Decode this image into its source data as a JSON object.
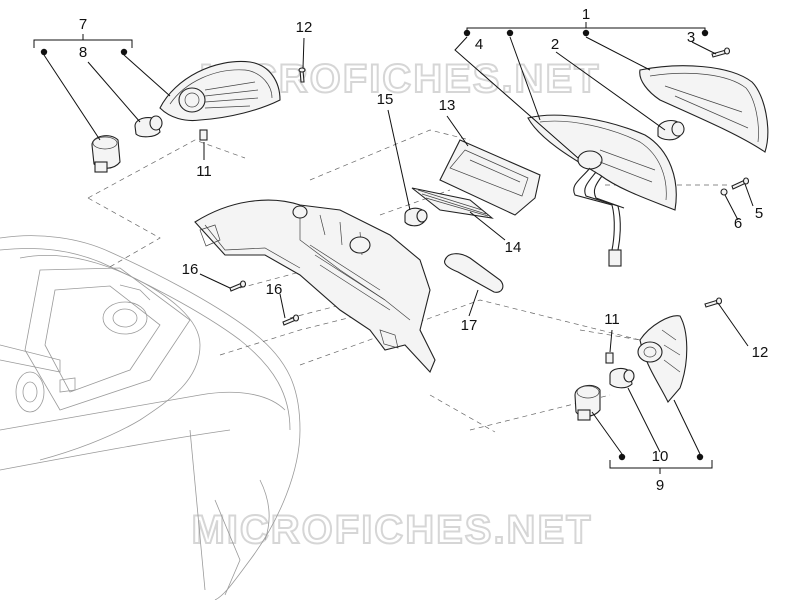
{
  "watermarks": [
    "MICROFICHES.NET",
    "MICROFICHES.NET"
  ],
  "labels": {
    "p1": "1",
    "p2": "2",
    "p3": "3",
    "p4": "4",
    "p5": "5",
    "p6": "6",
    "p7": "7",
    "p8": "8",
    "p9": "9",
    "p10": "10",
    "p11a": "11",
    "p11b": "11",
    "p12a": "12",
    "p12b": "12",
    "p13": "13",
    "p14": "14",
    "p15": "15",
    "p16a": "16",
    "p16b": "16",
    "p17": "17"
  }
}
